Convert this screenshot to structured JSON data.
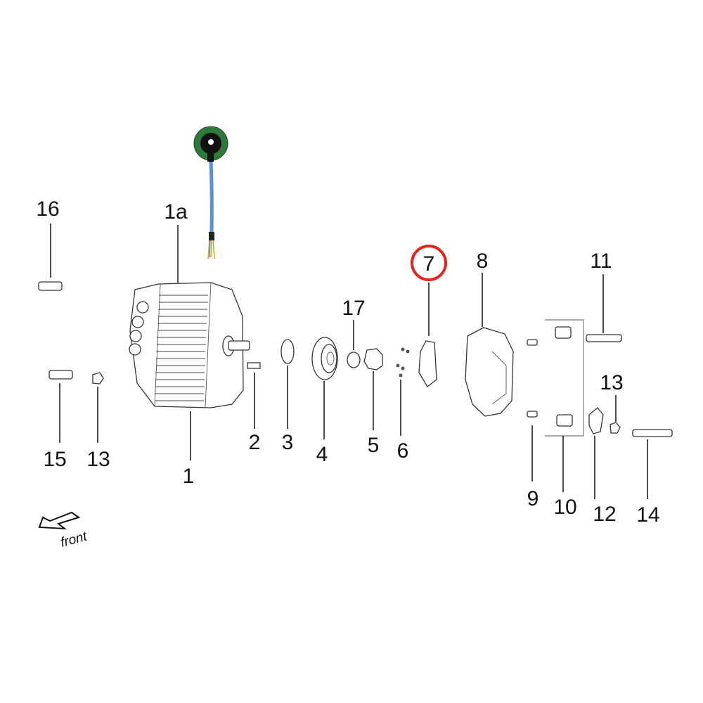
{
  "diagram": {
    "highlight_color": "#e0261f",
    "highlighted_part": "7",
    "direction_label": "front",
    "callouts": {
      "c16": "16",
      "c1a": "1a",
      "c7": "7",
      "c8": "8",
      "c11": "11",
      "c17": "17",
      "c13b": "13",
      "c2": "2",
      "c3": "3",
      "c4": "4",
      "c5": "5",
      "c6": "6",
      "c15": "15",
      "c13a": "13",
      "c1": "1",
      "c9": "9",
      "c10": "10",
      "c12": "12",
      "c14": "14"
    }
  }
}
